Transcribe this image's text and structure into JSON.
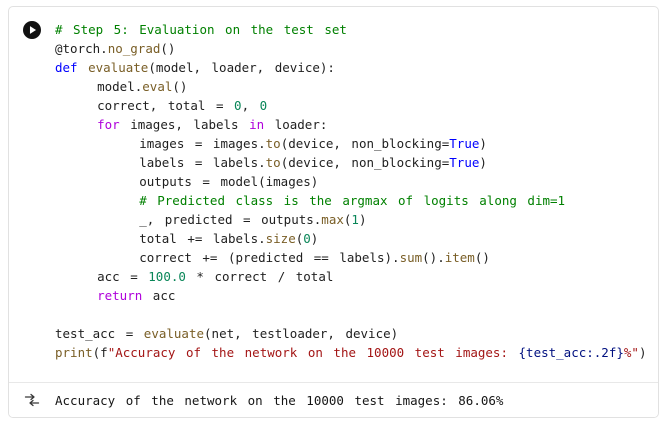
{
  "cell": {
    "run_button_label": "Run cell",
    "code_lines": [
      {
        "tokens": [
          [
            "comment",
            "# Step 5: Evaluation on the test set"
          ]
        ]
      },
      {
        "tokens": [
          [
            "plain",
            "@torch."
          ],
          [
            "function",
            "no_grad"
          ],
          [
            "plain",
            "()"
          ]
        ]
      },
      {
        "tokens": [
          [
            "keyword",
            "def "
          ],
          [
            "function",
            "evaluate"
          ],
          [
            "plain",
            "(model, loader, device):"
          ]
        ]
      },
      {
        "tokens": [
          [
            "plain",
            "    model."
          ],
          [
            "function",
            "eval"
          ],
          [
            "plain",
            "()"
          ]
        ]
      },
      {
        "tokens": [
          [
            "plain",
            "    correct, total = "
          ],
          [
            "number",
            "0"
          ],
          [
            "plain",
            ", "
          ],
          [
            "number",
            "0"
          ]
        ]
      },
      {
        "tokens": [
          [
            "plain",
            "    "
          ],
          [
            "control",
            "for"
          ],
          [
            "plain",
            " images, labels "
          ],
          [
            "control",
            "in"
          ],
          [
            "plain",
            " loader:"
          ]
        ]
      },
      {
        "tokens": [
          [
            "plain",
            "        images = images."
          ],
          [
            "function",
            "to"
          ],
          [
            "plain",
            "(device, non_blocking="
          ],
          [
            "keyword",
            "True"
          ],
          [
            "plain",
            ")"
          ]
        ]
      },
      {
        "tokens": [
          [
            "plain",
            "        labels = labels."
          ],
          [
            "function",
            "to"
          ],
          [
            "plain",
            "(device, non_blocking="
          ],
          [
            "keyword",
            "True"
          ],
          [
            "plain",
            ")"
          ]
        ]
      },
      {
        "tokens": [
          [
            "plain",
            "        outputs = model(images)"
          ]
        ]
      },
      {
        "tokens": [
          [
            "comment",
            "        # Predicted class is the argmax of logits along dim=1"
          ]
        ]
      },
      {
        "tokens": [
          [
            "plain",
            "        _, predicted = outputs."
          ],
          [
            "function",
            "max"
          ],
          [
            "plain",
            "("
          ],
          [
            "number",
            "1"
          ],
          [
            "plain",
            ")"
          ]
        ]
      },
      {
        "tokens": [
          [
            "plain",
            "        total += labels."
          ],
          [
            "function",
            "size"
          ],
          [
            "plain",
            "("
          ],
          [
            "number",
            "0"
          ],
          [
            "plain",
            ")"
          ]
        ]
      },
      {
        "tokens": [
          [
            "plain",
            "        correct += (predicted == labels)."
          ],
          [
            "function",
            "sum"
          ],
          [
            "plain",
            "()."
          ],
          [
            "function",
            "item"
          ],
          [
            "plain",
            "()"
          ]
        ]
      },
      {
        "tokens": [
          [
            "plain",
            "    acc = "
          ],
          [
            "number",
            "100.0"
          ],
          [
            "plain",
            " * correct / total"
          ]
        ]
      },
      {
        "tokens": [
          [
            "plain",
            "    "
          ],
          [
            "control",
            "return"
          ],
          [
            "plain",
            " acc"
          ]
        ]
      },
      {
        "tokens": []
      },
      {
        "tokens": [
          [
            "plain",
            "test_acc = "
          ],
          [
            "function",
            "evaluate"
          ],
          [
            "plain",
            "(net, testloader, device)"
          ]
        ]
      },
      {
        "tokens": [
          [
            "function",
            "print"
          ],
          [
            "plain",
            "(f"
          ],
          [
            "string",
            "\"Accuracy of the network on the 10000 test images: "
          ],
          [
            "interp",
            "{test_acc:.2f}"
          ],
          [
            "string",
            "%\""
          ],
          [
            "plain",
            ")"
          ]
        ]
      }
    ],
    "output": {
      "text": "Accuracy of the network on the 10000 test images: 86.06%"
    }
  },
  "colors": {
    "comment": "#008000",
    "keyword": "#0000ff",
    "control": "#af00db",
    "function": "#795e26",
    "number": "#098658",
    "string": "#a31515",
    "interp": "#001080",
    "plain": "#1f1f1f",
    "run_button": "#111111",
    "icon": "#383838",
    "cell_border": "#e1e1e1"
  }
}
